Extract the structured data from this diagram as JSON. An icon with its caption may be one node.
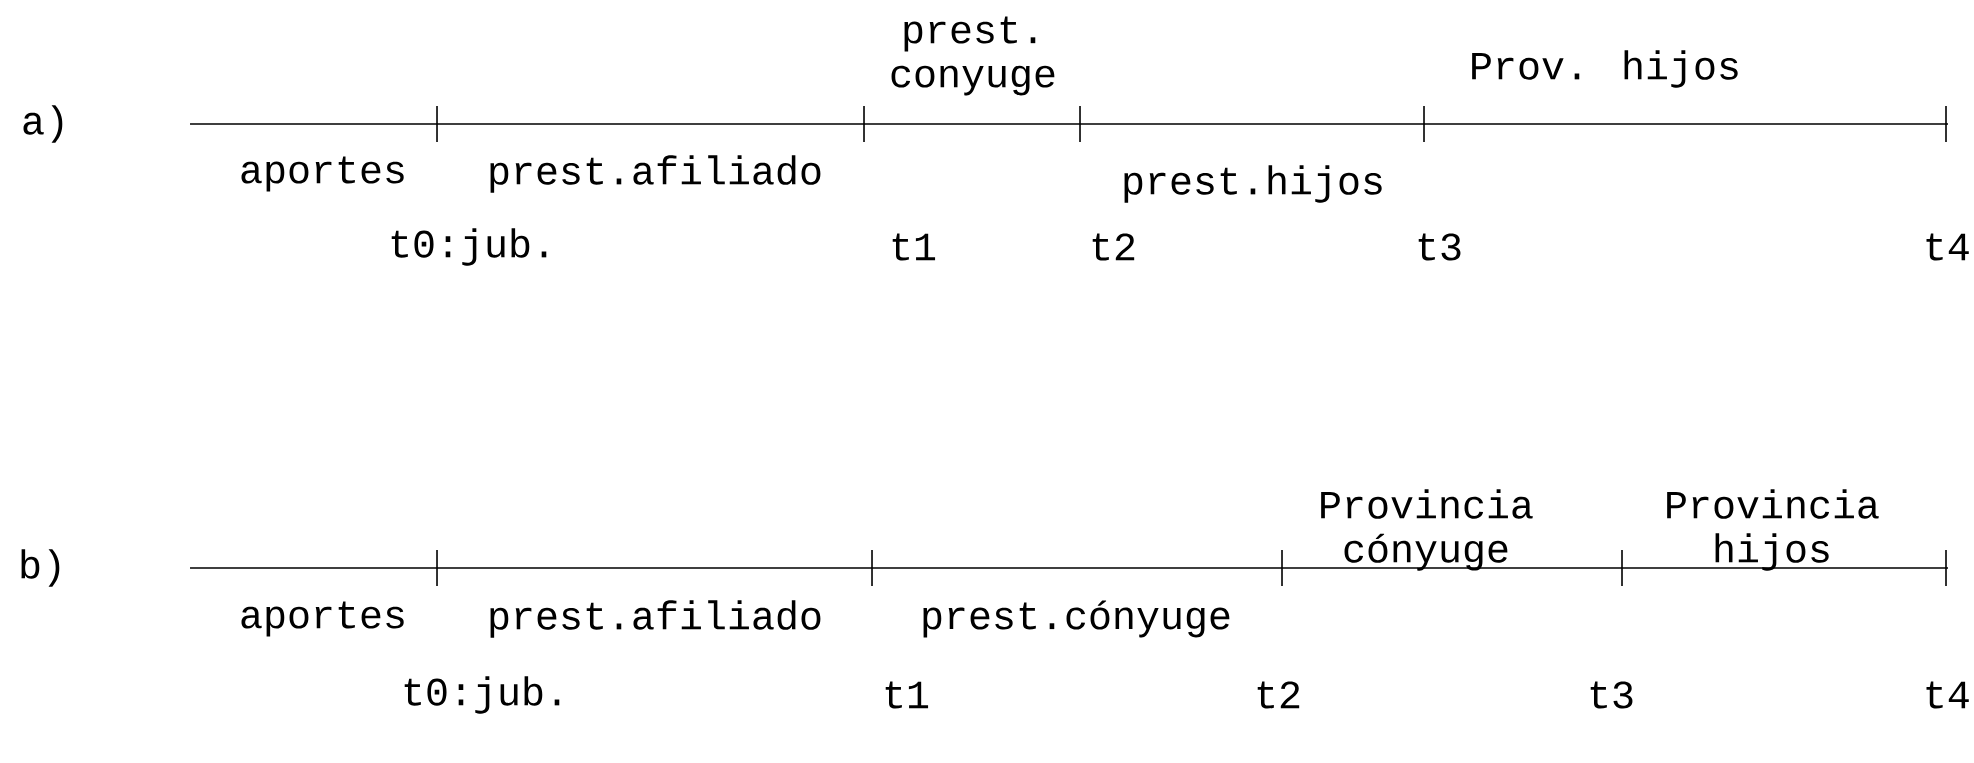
{
  "diagram": {
    "labels": [
      "a)",
      "prest. conyuge",
      "Prov. hijos",
      "aportes",
      "prest.afiliado",
      "prest.hijos",
      "t0:jub.",
      "t1",
      "t2",
      "t3",
      "t4",
      "b)",
      "Provincia cónyuge",
      "Provincia hijos",
      "aportes",
      "prest.afiliado",
      "prest.cónyuge",
      "t0:jub.",
      "t1",
      "t2",
      "t3",
      "t4"
    ]
  }
}
